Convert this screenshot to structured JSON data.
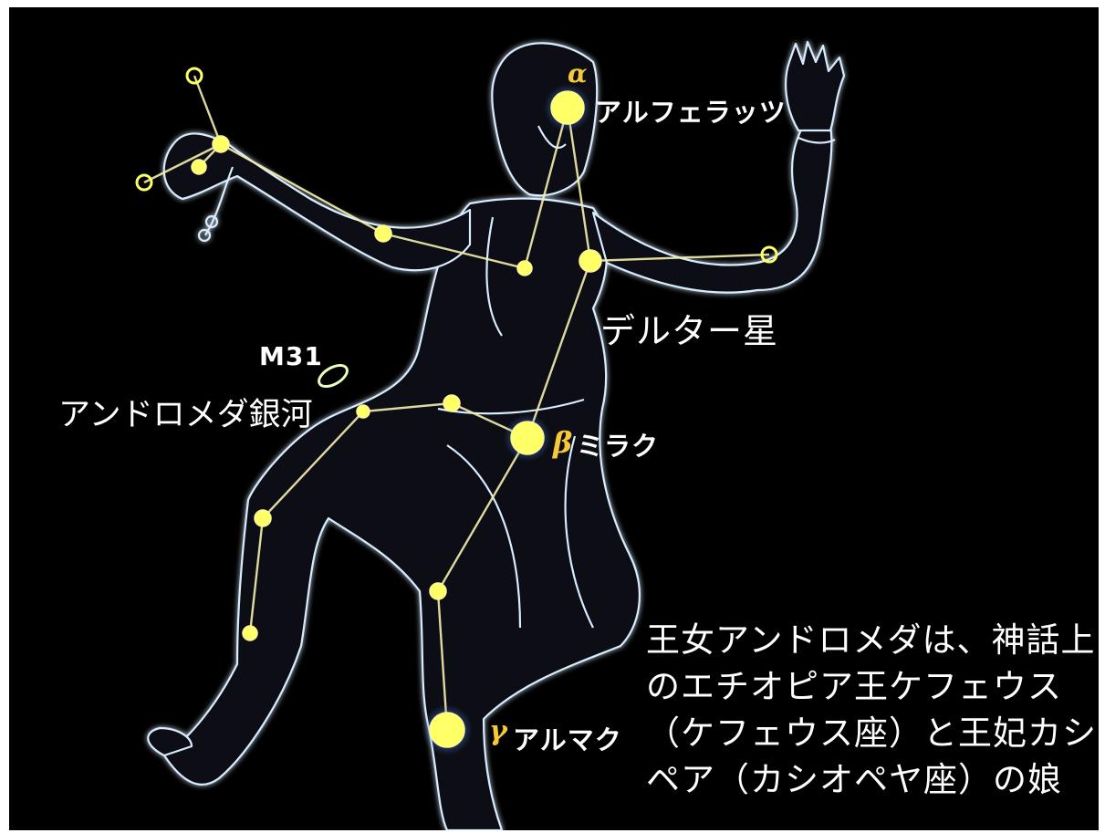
{
  "colors": {
    "background": "#000000",
    "outline": "#d8ecff",
    "glow": "#6fb6ff",
    "star": "#ffff66",
    "line": "#f6f0b0",
    "greek": "#f5c93a",
    "text": "#ffffff"
  },
  "stars": {
    "alpha": {
      "greek": "α",
      "name": "アルフェラッツ"
    },
    "beta": {
      "greek": "β",
      "name": "ミラク"
    },
    "gamma": {
      "greek": "γ",
      "name": "アルマク"
    },
    "delta": {
      "name": "デルター星"
    }
  },
  "galaxy": {
    "code": "M31",
    "name": "アンドロメダ銀河"
  },
  "caption": [
    "王女アンドロメダは、神話上",
    "のエチオピア王ケフェウス",
    "（ケフェウス座）と王妃カシオ",
    "ペア（カシオペヤ座）の娘"
  ]
}
